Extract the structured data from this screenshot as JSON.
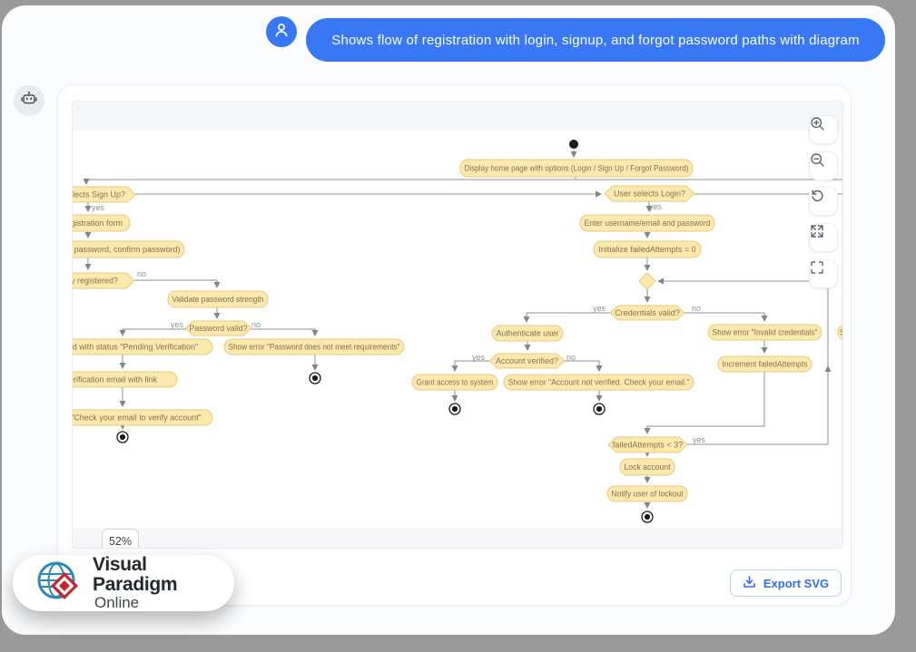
{
  "chat": {
    "user_message": "Shows flow of registration with login, signup, and forgot password paths with diagram"
  },
  "canvas": {
    "zoom_level": "52%",
    "controls": [
      {
        "id": "zoom-in",
        "icon": "zoom-in-icon"
      },
      {
        "id": "zoom-out",
        "icon": "zoom-out-icon"
      },
      {
        "id": "reset-view",
        "icon": "reset-icon"
      },
      {
        "id": "expand",
        "icon": "expand-arrows-icon"
      },
      {
        "id": "fullscreen",
        "icon": "fullscreen-corners-icon"
      }
    ]
  },
  "footer": {
    "brand": {
      "name_line1": "Visual Paradigm",
      "name_line2": "Online"
    },
    "export_button": {
      "label": "Export SVG",
      "icon": "download-icon"
    }
  },
  "colors": {
    "bubble_blue": "#3878F4",
    "export_blue": "#2F6CF0",
    "node_fill": "#FCE9AE",
    "node_border": "#EDC87C",
    "node_text": "#84724A",
    "edge_gray": "#8B9097",
    "brand_red": "#C5252C",
    "brand_globe_blue": "#2E8AB5"
  },
  "diagram": {
    "nodes": [
      {
        "id": "start",
        "type": "start",
        "label": ""
      },
      {
        "id": "display-home",
        "type": "action",
        "label": "Display home page with options (Login / Sign Up / Forgot Password)"
      },
      {
        "id": "select-signup",
        "type": "decision",
        "label": "User selects Sign Up?"
      },
      {
        "id": "reg-form",
        "type": "action",
        "label": "Display registration form"
      },
      {
        "id": "enter-details",
        "type": "action",
        "label": "Enter details (email, password, confirm password)"
      },
      {
        "id": "already-registered",
        "type": "decision",
        "label": "Already registered?"
      },
      {
        "id": "validate-strength",
        "type": "action",
        "label": "Validate password strength"
      },
      {
        "id": "password-valid",
        "type": "decision",
        "label": "Password valid?"
      },
      {
        "id": "create-record",
        "type": "action",
        "label": "Create user record with status \"Pending Verification\""
      },
      {
        "id": "show-error-password",
        "type": "action",
        "label": "Show error \"Password does not meet requirements\""
      },
      {
        "id": "send-verification",
        "type": "action",
        "label": "Send verification email with link"
      },
      {
        "id": "check-email-msg",
        "type": "action",
        "label": "Show message \"Check your email to verify account\""
      },
      {
        "id": "select-login",
        "type": "decision",
        "label": "User selects Login?"
      },
      {
        "id": "enter-credentials",
        "type": "action",
        "label": "Enter username/email and password"
      },
      {
        "id": "init-attempts",
        "type": "action",
        "label": "Initialize failedAttempts = 0"
      },
      {
        "id": "merge",
        "type": "merge",
        "label": ""
      },
      {
        "id": "credentials-valid",
        "type": "decision",
        "label": "Credentials valid?"
      },
      {
        "id": "authenticate",
        "type": "action",
        "label": "Authenticate user"
      },
      {
        "id": "account-verified",
        "type": "decision",
        "label": "Account verified?"
      },
      {
        "id": "grant-access",
        "type": "action",
        "label": "Grant access to system"
      },
      {
        "id": "error-not-verified",
        "type": "action",
        "label": "Show error \"Account not verified. Check your email.\""
      },
      {
        "id": "error-invalid",
        "type": "action",
        "label": "Show error \"Invalid credentials\""
      },
      {
        "id": "increment-attempts",
        "type": "action",
        "label": "Increment failedAttempts"
      },
      {
        "id": "attempts-check",
        "type": "decision",
        "label": "failedAttempts < 3?"
      },
      {
        "id": "lock-account",
        "type": "action",
        "label": "Lock account"
      },
      {
        "id": "notify-lockout",
        "type": "action",
        "label": "Notify user of lockout"
      },
      {
        "id": "clipped-right",
        "type": "action",
        "label": "S"
      },
      {
        "id": "end-password-error",
        "type": "end",
        "label": ""
      },
      {
        "id": "end-verify",
        "type": "end",
        "label": ""
      },
      {
        "id": "end-grant",
        "type": "end",
        "label": ""
      },
      {
        "id": "end-not-verified",
        "type": "end",
        "label": ""
      },
      {
        "id": "end-lockout",
        "type": "end",
        "label": ""
      }
    ],
    "edge_labels": [
      {
        "id": "signup-yes",
        "text": "yes"
      },
      {
        "id": "already-no",
        "text": "no"
      },
      {
        "id": "pwd-yes",
        "text": "yes"
      },
      {
        "id": "pwd-no",
        "text": "no"
      },
      {
        "id": "login-yes",
        "text": "yes"
      },
      {
        "id": "cred-yes",
        "text": "yes"
      },
      {
        "id": "cred-no",
        "text": "no"
      },
      {
        "id": "acct-yes",
        "text": "yes"
      },
      {
        "id": "acct-no",
        "text": "no"
      },
      {
        "id": "attempts-yes",
        "text": "yes"
      }
    ]
  }
}
